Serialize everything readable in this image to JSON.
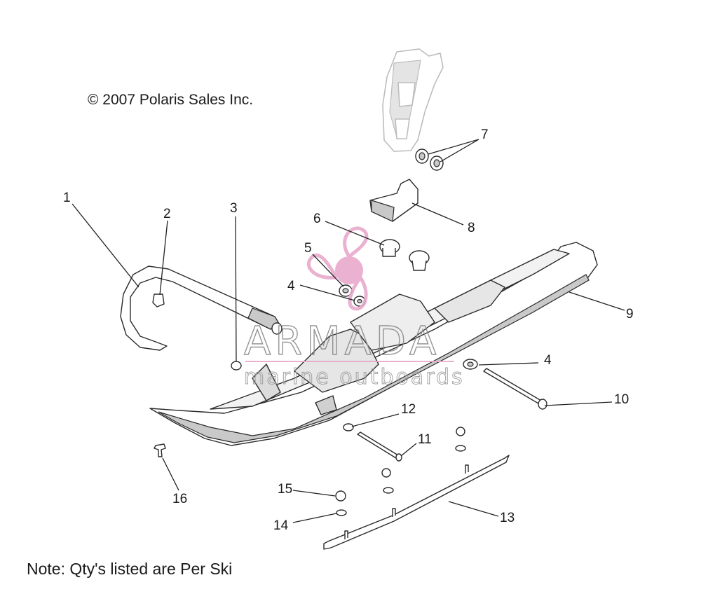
{
  "copyright": "© 2007 Polaris Sales Inc.",
  "note": "Note: Qty's listed are Per Ski",
  "watermark": {
    "brand": "ARMADA",
    "tagline": "marine outboards",
    "color": "#e8a9cc"
  },
  "callouts": [
    "1",
    "2",
    "3",
    "4",
    "5",
    "6",
    "7",
    "8",
    "9",
    "4",
    "10",
    "12",
    "11",
    "13",
    "14",
    "15",
    "16"
  ]
}
